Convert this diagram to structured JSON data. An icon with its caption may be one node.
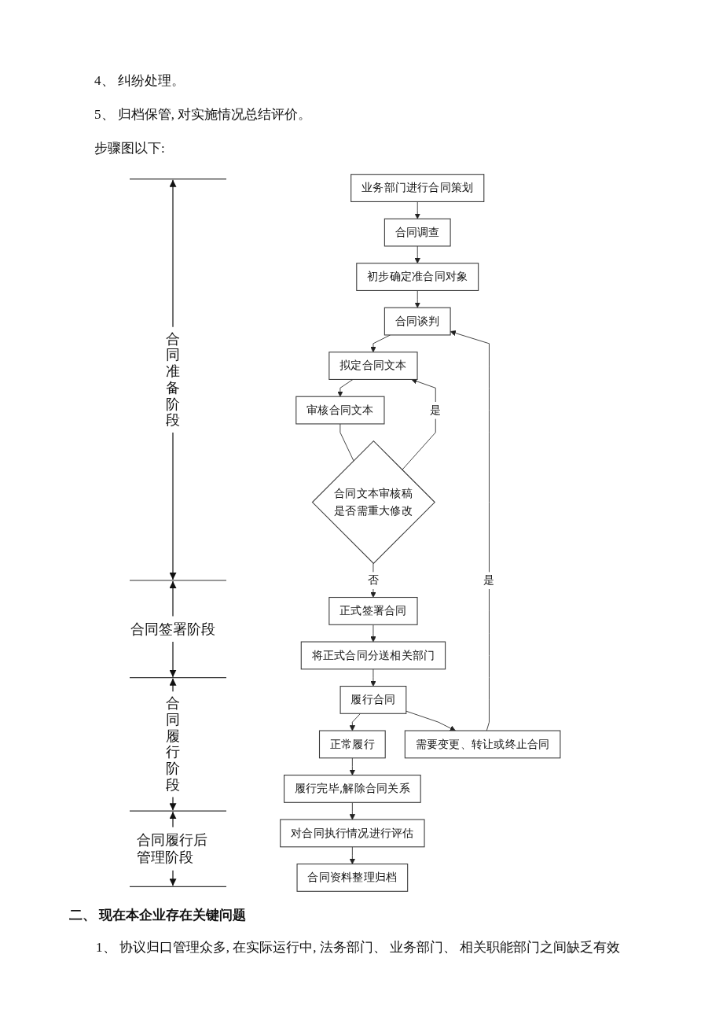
{
  "diagram": {
    "nodes": [
      {
        "text": [
          "业务部门进行合同策划"
        ]
      },
      {
        "text": [
          "合同调查"
        ]
      },
      {
        "text": [
          "初步确定准合同对象"
        ]
      },
      {
        "text": [
          "合同谈判"
        ]
      },
      {
        "text": [
          "拟定合同文本"
        ]
      },
      {
        "text": [
          "审核合同文本"
        ]
      },
      {
        "text": [
          "合同文本审核稿是否需重大修改"
        ]
      },
      {
        "text": [
          "正式签署合同"
        ]
      },
      {
        "text": [
          "将正式合同分送相关部门"
        ]
      },
      {
        "text": [
          "履行合同"
        ]
      },
      {
        "text": [
          "正常履行"
        ]
      },
      {
        "text": [
          "需要变更、转让或终止合同"
        ]
      },
      {
        "text": [
          "履行完毕,解除合同关系"
        ]
      },
      {
        "text": [
          "对合同执行情况进行评估"
        ]
      },
      {
        "text": [
          "合同资料整理归档"
        ]
      }
    ],
    "edges": [
      {
        "from": 0,
        "to": 1,
        "arrow": "to"
      },
      {
        "from": 1,
        "to": 2,
        "arrow": "to"
      },
      {
        "from": 2,
        "to": 3,
        "arrow": "to"
      },
      {
        "from": 3,
        "to": 4,
        "arrow": "to"
      },
      {
        "from": 4,
        "to": 5,
        "arrow": "to"
      },
      {
        "from": 5,
        "to": 6,
        "arrow": "none"
      },
      {
        "from": 6,
        "to": 4,
        "arrow": "to",
        "label": "是"
      },
      {
        "from": 6,
        "to": 7,
        "arrow": "to",
        "label": "否"
      },
      {
        "from": 7,
        "to": 8,
        "arrow": "to"
      },
      {
        "from": 8,
        "to": 9,
        "arrow": "to"
      },
      {
        "from": 9,
        "to": 10,
        "arrow": "to"
      },
      {
        "from": 9,
        "to": 11,
        "arrow": "to"
      },
      {
        "from": 11,
        "to": 3,
        "arrow": "to",
        "label": "是"
      },
      {
        "from": 10,
        "to": 12,
        "arrow": "to"
      },
      {
        "from": 12,
        "to": 13,
        "arrow": "to"
      },
      {
        "from": 13,
        "to": 14,
        "arrow": "to"
      }
    ],
    "labels": [
      "4、 纠纷处理。",
      "5、 归档保管, 对实施情况总结评价。",
      "步骤图以下:",
      "合同准备阶段",
      "合同签署阶段",
      "合同履行阶段",
      "合同履行后管理阶段",
      "二、 现在本企业存在关键问题",
      "1、 协议归口管理众多, 在实际运行中, 法务部门、 业务部门、 相关职能部门之间缺乏有效"
    ]
  }
}
